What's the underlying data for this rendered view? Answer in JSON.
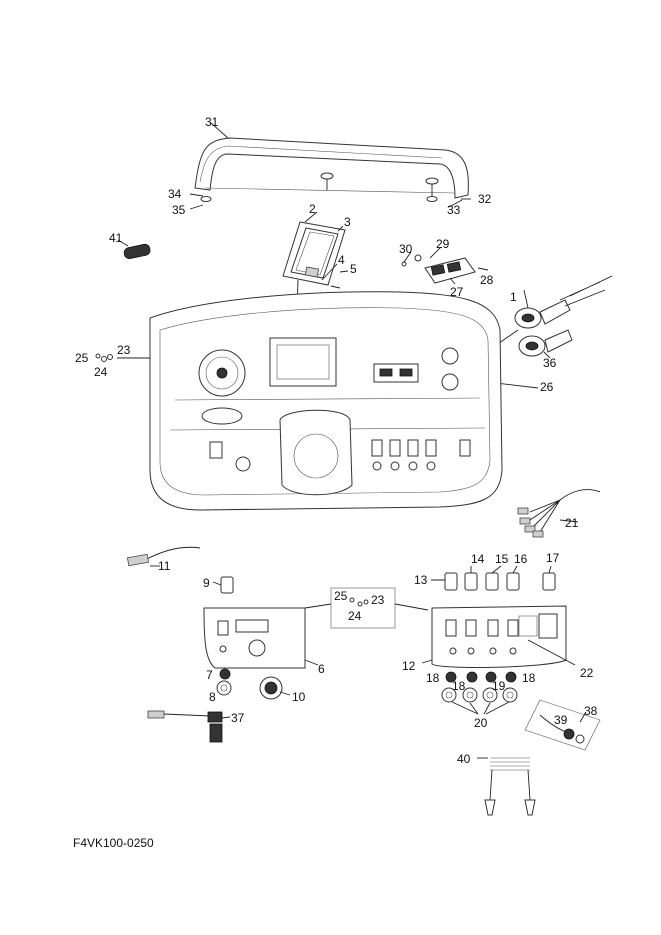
{
  "diagram_code": "F4VK100-0250",
  "callouts": {
    "c1": "1",
    "c2": "2",
    "c3": "3",
    "c4": "4",
    "c5": "5",
    "c6": "6",
    "c7": "7",
    "c8": "8",
    "c9": "9",
    "c10": "10",
    "c11": "11",
    "c12": "12",
    "c13": "13",
    "c14": "14",
    "c15": "15",
    "c16": "16",
    "c17": "17",
    "c18a": "18",
    "c18b": "18",
    "c18c": "18",
    "c19": "19",
    "c20": "20",
    "c21": "21",
    "c22": "22",
    "c23a": "23",
    "c23b": "23",
    "c24a": "24",
    "c24b": "24",
    "c25a": "25",
    "c25b": "25",
    "c26": "26",
    "c27": "27",
    "c28": "28",
    "c29": "29",
    "c30": "30",
    "c31": "31",
    "c32": "32",
    "c33": "33",
    "c34": "34",
    "c35": "35",
    "c36": "36",
    "c37": "37",
    "c38": "38",
    "c39": "39",
    "c40": "40",
    "c41": "41"
  }
}
